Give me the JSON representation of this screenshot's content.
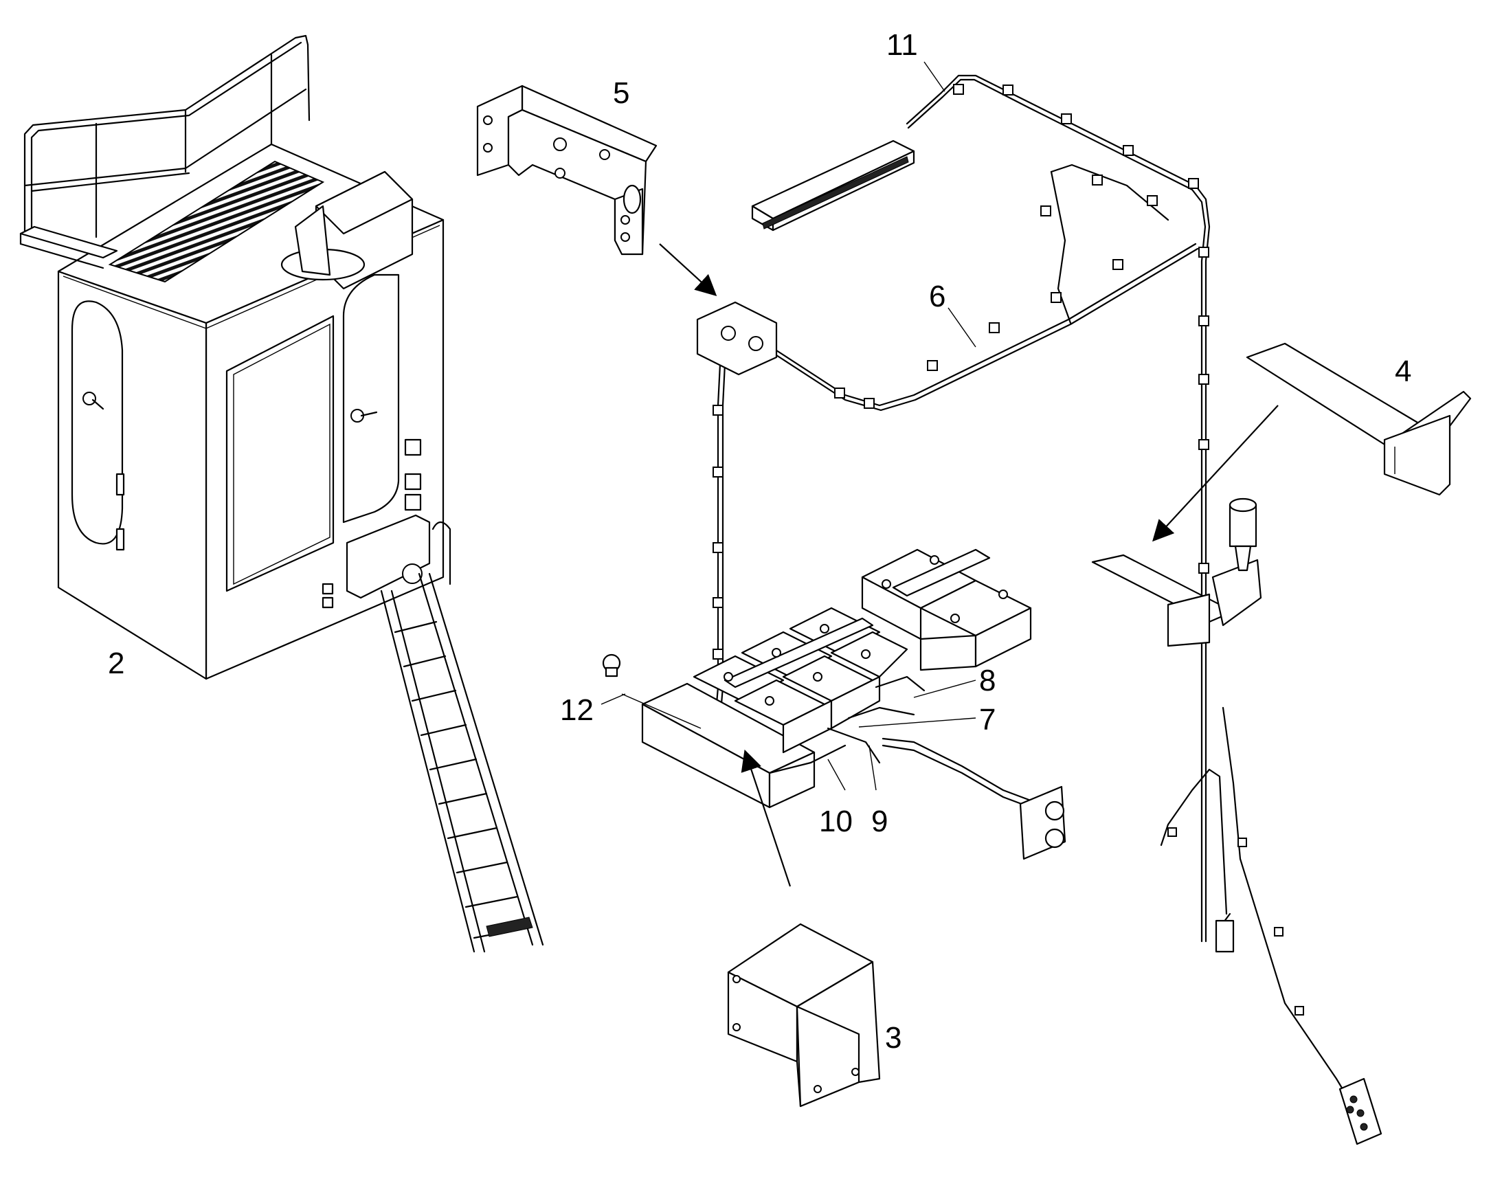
{
  "callouts": {
    "c2": "2",
    "c3": "3",
    "c4": "4",
    "c5": "5",
    "c6": "6",
    "c7": "7",
    "c8": "8",
    "c9": "9",
    "c10": "10",
    "c11": "11",
    "c12": "12"
  }
}
